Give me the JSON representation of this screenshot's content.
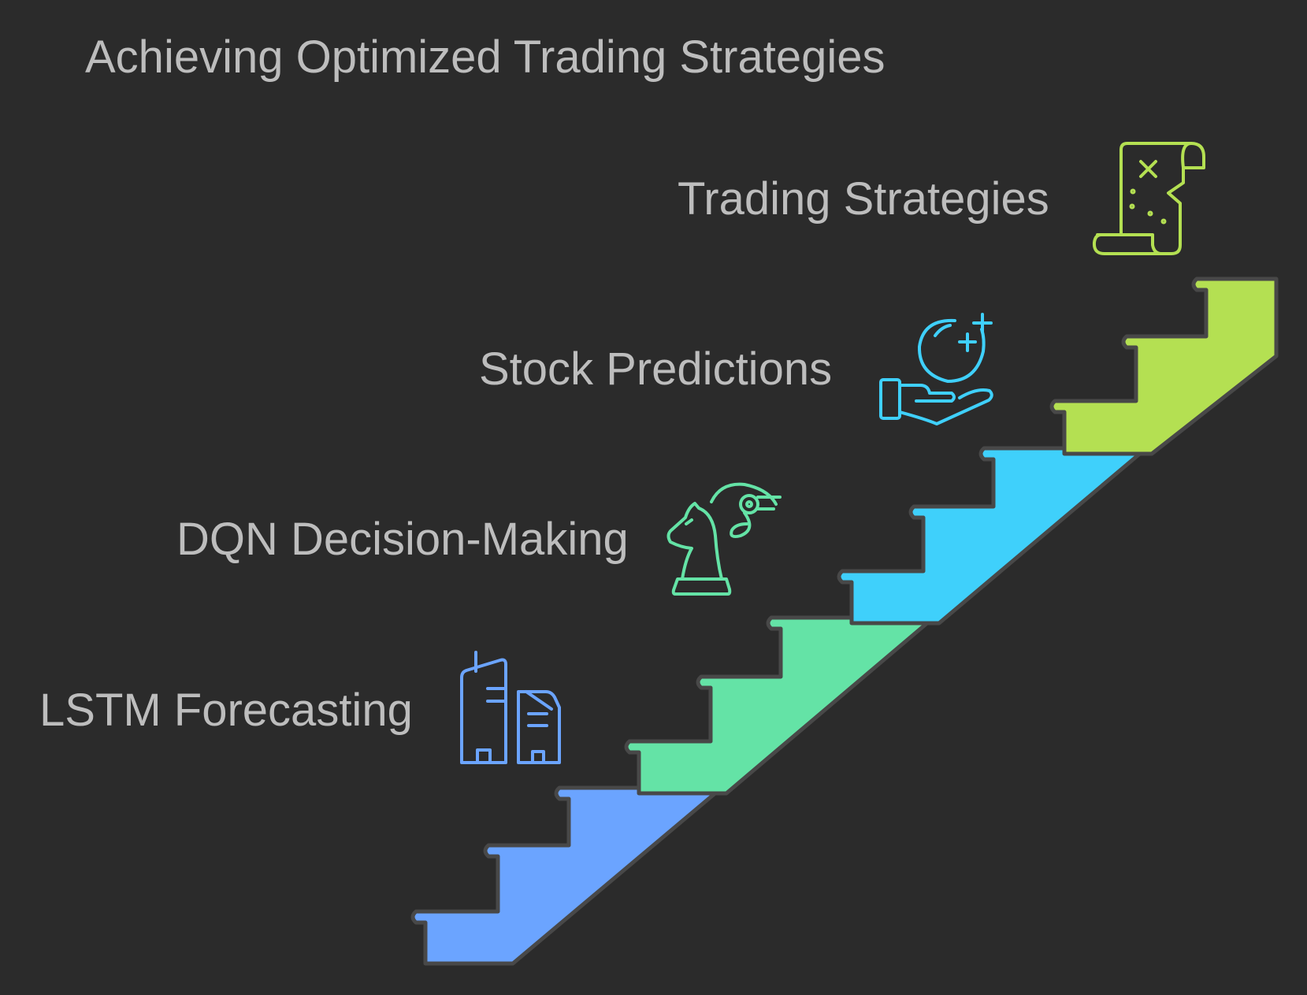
{
  "title": "Achieving Optimized Trading Strategies",
  "steps": [
    {
      "label": "LSTM Forecasting",
      "icon": "buildings-icon",
      "color": "#6ba4ff"
    },
    {
      "label": "DQN Decision-Making",
      "icon": "chess-knight-robot-icon",
      "color": "#64e3a6"
    },
    {
      "label": "Stock Predictions",
      "icon": "hand-crystal-ball-icon",
      "color": "#3fd0fb"
    },
    {
      "label": "Trading Strategies",
      "icon": "treasure-map-scroll-icon",
      "color": "#b4e052"
    }
  ]
}
